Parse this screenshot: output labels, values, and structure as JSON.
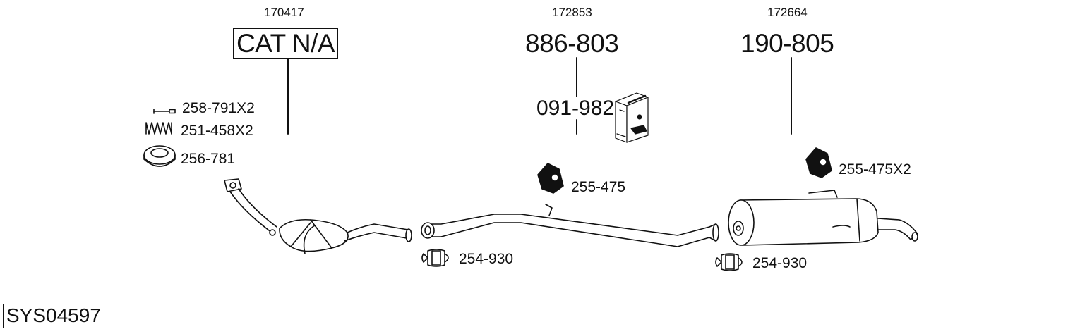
{
  "sections": [
    {
      "id": "front",
      "ref_number": "170417",
      "main_part": "CAT N/A"
    },
    {
      "id": "middle",
      "ref_number": "172853",
      "main_part": "886-803",
      "kit": "091-982"
    },
    {
      "id": "rear",
      "ref_number": "172664",
      "main_part": "190-805"
    }
  ],
  "accessories": {
    "bolt": "258-791X2",
    "spring": "251-458X2",
    "gasket": "256-781",
    "hanger_middle": "255-475",
    "hanger_rear": "255-475X2",
    "clamp_left": "254-930",
    "clamp_right": "254-930"
  },
  "system_code": "SYS04597"
}
